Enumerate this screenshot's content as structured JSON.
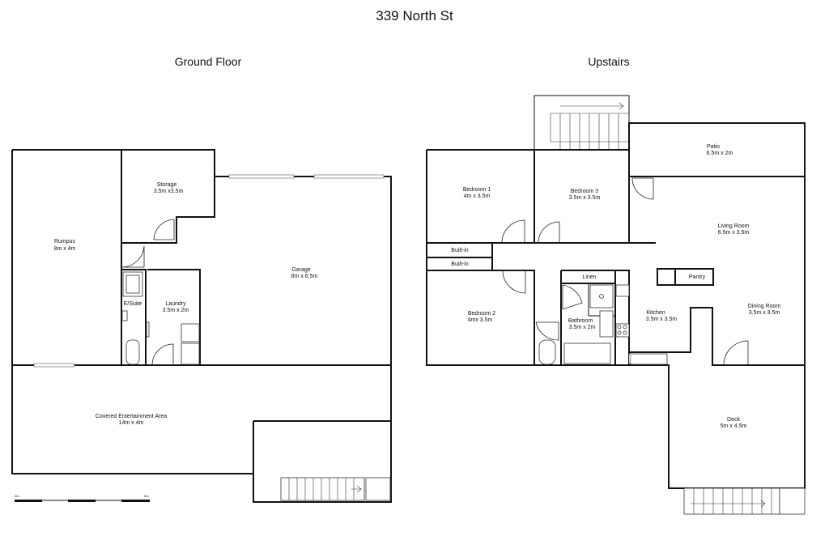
{
  "title": "339 North St",
  "floors": {
    "ground": {
      "title": "Ground Floor",
      "rooms": {
        "rumpus": {
          "name": "Rumpus",
          "size": "8m x 4m"
        },
        "storage": {
          "name": "Storage",
          "size": "3.5m x3.5m"
        },
        "garage": {
          "name": "Garage",
          "size": "8m x 6.5m"
        },
        "ensuite": {
          "name": "E/Suite",
          "size": ""
        },
        "laundry": {
          "name": "Laundry",
          "size": "3.5m x 2m"
        },
        "entertainment": {
          "name": "Covered Entertainment Area",
          "size": "14m x 4m"
        }
      },
      "scale": {
        "start": "0m",
        "end": "5m"
      }
    },
    "upstairs": {
      "title": "Upstairs",
      "rooms": {
        "patio": {
          "name": "Patio",
          "size": "6.5m x 2m"
        },
        "bedroom1": {
          "name": "Bedroom 1",
          "size": "4m x 3.5m"
        },
        "bedroom3": {
          "name": "Bedroom 3",
          "size": "3.5m x 3.5m"
        },
        "living": {
          "name": "Living Room",
          "size": "6.5m x 3.5m"
        },
        "builtin1": {
          "name": "Built-in",
          "size": ""
        },
        "builtin2": {
          "name": "Built-in",
          "size": ""
        },
        "bedroom2": {
          "name": "Bedroom 2",
          "size": "4mx 3.5m"
        },
        "linen": {
          "name": "Linen",
          "size": ""
        },
        "pantry": {
          "name": "Pantry",
          "size": ""
        },
        "kitchen": {
          "name": "Kitchen",
          "size": "3.5m x 3.5m"
        },
        "dining": {
          "name": "Dining Room",
          "size": "3.5m x 3.5m"
        },
        "bathroom": {
          "name": "Bathroom",
          "size": "3.5m x 2m"
        },
        "deck": {
          "name": "Deck",
          "size": "5m x 4.5m"
        }
      }
    }
  }
}
